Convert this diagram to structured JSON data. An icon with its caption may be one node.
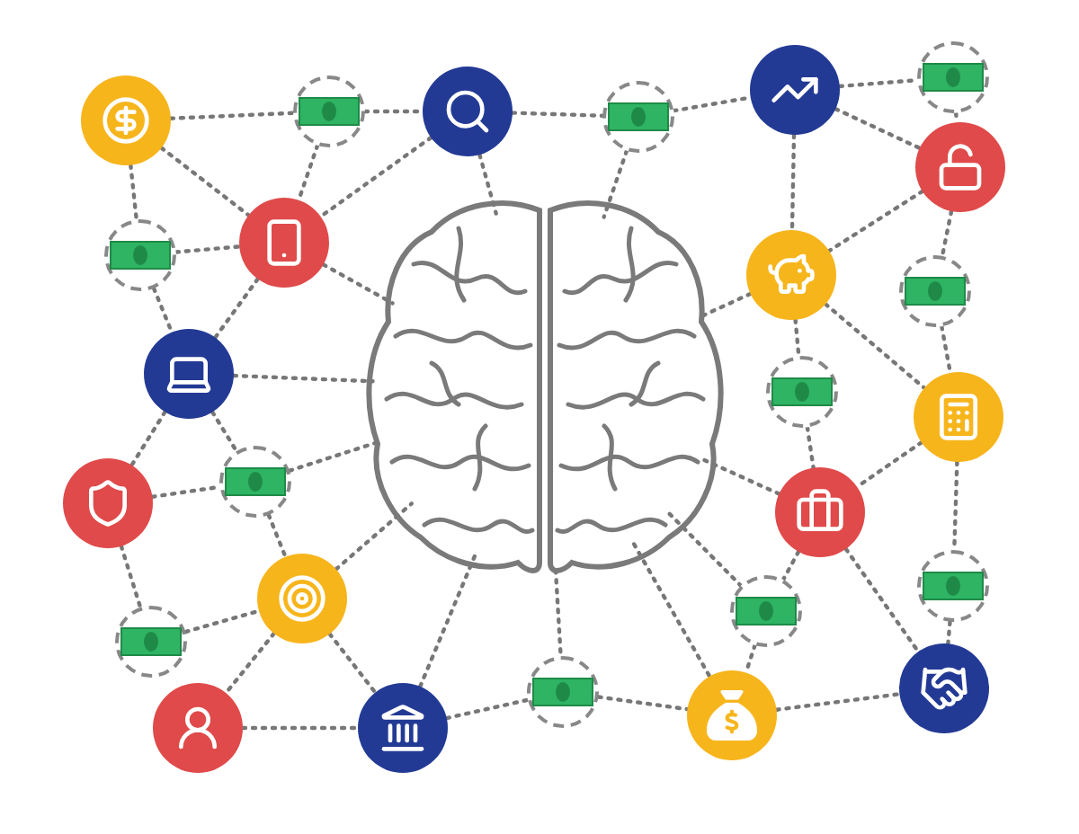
{
  "diagram": {
    "nodes": [
      {
        "text": [],
        "shape": "picture"
      },
      {
        "text": [],
        "shape": "picture"
      },
      {
        "text": [],
        "shape": "circle"
      },
      {
        "text": [],
        "shape": "picture"
      },
      {
        "text": [],
        "shape": "circle"
      },
      {
        "text": [],
        "shape": "picture"
      },
      {
        "text": [],
        "shape": "circle"
      },
      {
        "text": [],
        "shape": "picture"
      },
      {
        "text": [],
        "shape": "picture"
      },
      {
        "text": [],
        "shape": "circle"
      },
      {
        "text": [],
        "shape": "picture"
      },
      {
        "text": [],
        "shape": "circle"
      },
      {
        "text": [],
        "shape": "picture"
      },
      {
        "text": [],
        "shape": "circle"
      },
      {
        "text": [],
        "shape": "picture"
      },
      {
        "text": [],
        "shape": "picture"
      },
      {
        "text": [],
        "shape": "circle"
      },
      {
        "text": [],
        "shape": "picture"
      },
      {
        "text": [],
        "shape": "picture"
      },
      {
        "text": [],
        "shape": "circle"
      },
      {
        "text": [],
        "shape": "circle"
      },
      {
        "text": [],
        "shape": "circle"
      },
      {
        "text": [],
        "shape": "picture"
      },
      {
        "text": [],
        "shape": "picture"
      },
      {
        "text": [],
        "shape": "circle"
      },
      {
        "text": [],
        "shape": "picture"
      },
      {
        "text": [],
        "shape": "picture"
      }
    ],
    "edges": [
      {
        "from": 1,
        "to": 2,
        "arrow": "none"
      },
      {
        "from": 2,
        "to": 3,
        "arrow": "none"
      },
      {
        "from": 1,
        "to": 8,
        "arrow": "none"
      },
      {
        "from": 1,
        "to": 9,
        "arrow": "none"
      },
      {
        "from": 9,
        "to": 8,
        "arrow": "none"
      },
      {
        "from": 2,
        "to": 8,
        "arrow": "none"
      },
      {
        "from": 3,
        "to": 8,
        "arrow": "none"
      },
      {
        "from": 8,
        "to": 0,
        "arrow": "none"
      },
      {
        "from": 3,
        "to": 0,
        "arrow": "none"
      },
      {
        "from": 9,
        "to": 12,
        "arrow": "none"
      },
      {
        "from": 8,
        "to": 12,
        "arrow": "none"
      },
      {
        "from": 12,
        "to": 0,
        "arrow": "none"
      },
      {
        "from": 3,
        "to": 4,
        "arrow": "none"
      },
      {
        "from": 4,
        "to": 5,
        "arrow": "none"
      },
      {
        "from": 5,
        "to": 6,
        "arrow": "none"
      },
      {
        "from": 5,
        "to": 7,
        "arrow": "none"
      },
      {
        "from": 5,
        "to": 10,
        "arrow": "none"
      },
      {
        "from": 4,
        "to": 0,
        "arrow": "none"
      },
      {
        "from": 0,
        "to": 10,
        "arrow": "none"
      },
      {
        "from": 6,
        "to": 7,
        "arrow": "none"
      },
      {
        "from": 7,
        "to": 10,
        "arrow": "none"
      },
      {
        "from": 7,
        "to": 11,
        "arrow": "none"
      },
      {
        "from": 11,
        "to": 14,
        "arrow": "none"
      },
      {
        "from": 10,
        "to": 14,
        "arrow": "none"
      },
      {
        "from": 10,
        "to": 13,
        "arrow": "none"
      },
      {
        "from": 12,
        "to": 15,
        "arrow": "none"
      },
      {
        "from": 12,
        "to": 16,
        "arrow": "none"
      },
      {
        "from": 15,
        "to": 16,
        "arrow": "none"
      },
      {
        "from": 16,
        "to": 0,
        "arrow": "none"
      },
      {
        "from": 16,
        "to": 18,
        "arrow": "none"
      },
      {
        "from": 15,
        "to": 19,
        "arrow": "none"
      },
      {
        "from": 19,
        "to": 18,
        "arrow": "none"
      },
      {
        "from": 18,
        "to": 0,
        "arrow": "none"
      },
      {
        "from": 18,
        "to": 22,
        "arrow": "none"
      },
      {
        "from": 18,
        "to": 23,
        "arrow": "none"
      },
      {
        "from": 22,
        "to": 23,
        "arrow": "none"
      },
      {
        "from": 23,
        "to": 0,
        "arrow": "none"
      },
      {
        "from": 23,
        "to": 24,
        "arrow": "none"
      },
      {
        "from": 13,
        "to": 17,
        "arrow": "none"
      },
      {
        "from": 14,
        "to": 17,
        "arrow": "none"
      },
      {
        "from": 17,
        "to": 0,
        "arrow": "none"
      },
      {
        "from": 17,
        "to": 20,
        "arrow": "none"
      },
      {
        "from": 17,
        "to": 26,
        "arrow": "none"
      },
      {
        "from": 0,
        "to": 20,
        "arrow": "none"
      },
      {
        "from": 0,
        "to": 25,
        "arrow": "none"
      },
      {
        "from": 0,
        "to": 24,
        "arrow": "none"
      },
      {
        "from": 24,
        "to": 25,
        "arrow": "none"
      },
      {
        "from": 20,
        "to": 25,
        "arrow": "none"
      },
      {
        "from": 25,
        "to": 26,
        "arrow": "none"
      },
      {
        "from": 14,
        "to": 21,
        "arrow": "none"
      },
      {
        "from": 21,
        "to": 26,
        "arrow": "none"
      }
    ]
  }
}
